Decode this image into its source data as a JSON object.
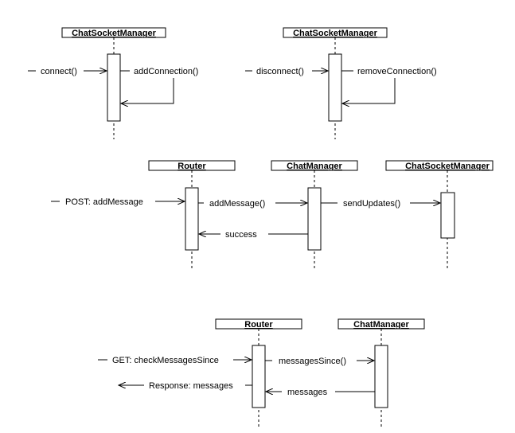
{
  "diagrams": [
    {
      "participants": [
        {
          "name": "ChatSocketManager"
        }
      ],
      "messages": [
        {
          "label": "connect()",
          "kind": "incoming"
        },
        {
          "label": "addConnection()",
          "kind": "self"
        }
      ]
    },
    {
      "participants": [
        {
          "name": "ChatSocketManager"
        }
      ],
      "messages": [
        {
          "label": "disconnect()",
          "kind": "incoming"
        },
        {
          "label": "removeConnection()",
          "kind": "self"
        }
      ]
    },
    {
      "participants": [
        {
          "name": "Router"
        },
        {
          "name": "ChatManager"
        },
        {
          "name": "ChatSocketManager"
        }
      ],
      "messages": [
        {
          "label": "POST: addMessage",
          "kind": "incoming",
          "to": "Router"
        },
        {
          "label": "addMessage()",
          "kind": "call",
          "from": "Router",
          "to": "ChatManager"
        },
        {
          "label": "sendUpdates()",
          "kind": "call",
          "from": "ChatManager",
          "to": "ChatSocketManager"
        },
        {
          "label": "success",
          "kind": "return",
          "from": "ChatManager",
          "to": "Router"
        }
      ]
    },
    {
      "participants": [
        {
          "name": "Router"
        },
        {
          "name": "ChatManager"
        }
      ],
      "messages": [
        {
          "label": "GET: checkMessagesSince",
          "kind": "incoming",
          "to": "Router"
        },
        {
          "label": "messagesSince()",
          "kind": "call",
          "from": "Router",
          "to": "ChatManager"
        },
        {
          "label": "Response: messages",
          "kind": "outgoing",
          "from": "Router"
        },
        {
          "label": "messages",
          "kind": "return",
          "from": "ChatManager",
          "to": "Router"
        }
      ]
    }
  ]
}
